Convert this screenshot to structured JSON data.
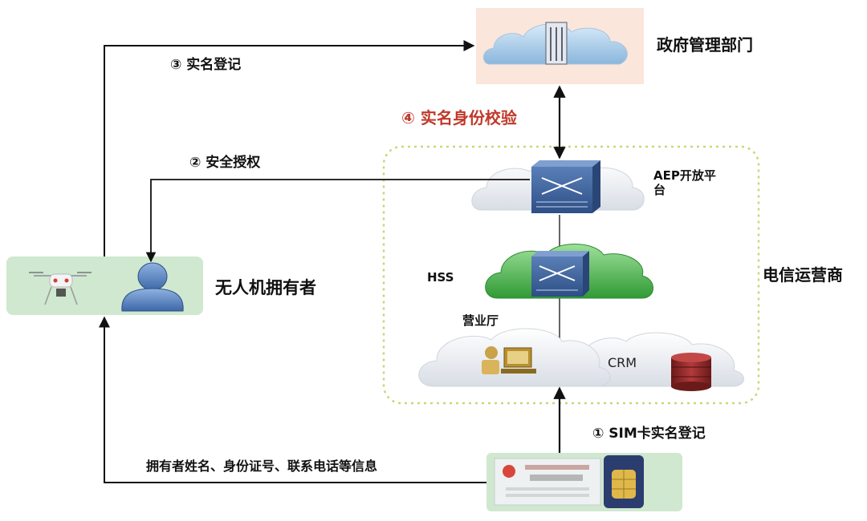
{
  "nodes": {
    "government": {
      "label": "政府管理部门"
    },
    "aep": {
      "label_line1": "AEP开放平",
      "label_line2": "台"
    },
    "hss": {
      "label": "HSS"
    },
    "business_hall": {
      "label": "营业厅"
    },
    "crm": {
      "label": "CRM"
    },
    "operator": {
      "label": "电信运营商"
    },
    "owner": {
      "label": "无人机拥有者"
    }
  },
  "edges": {
    "step1": {
      "label": "① SIM卡实名登记"
    },
    "step2": {
      "label": "② 安全授权"
    },
    "step3": {
      "label": "③ 实名登记"
    },
    "step4": {
      "label": "④ 实名身份校验"
    },
    "owner_info": {
      "label": "拥有者姓名、身份证号、联系电话等信息"
    }
  },
  "colors": {
    "step4_text": "#c0392b",
    "operator_border": "#c8d87a",
    "green_panel": "#cfe8cf",
    "gov_panel": "#fbe6dc",
    "hss_cloud": "#4fb04f"
  }
}
